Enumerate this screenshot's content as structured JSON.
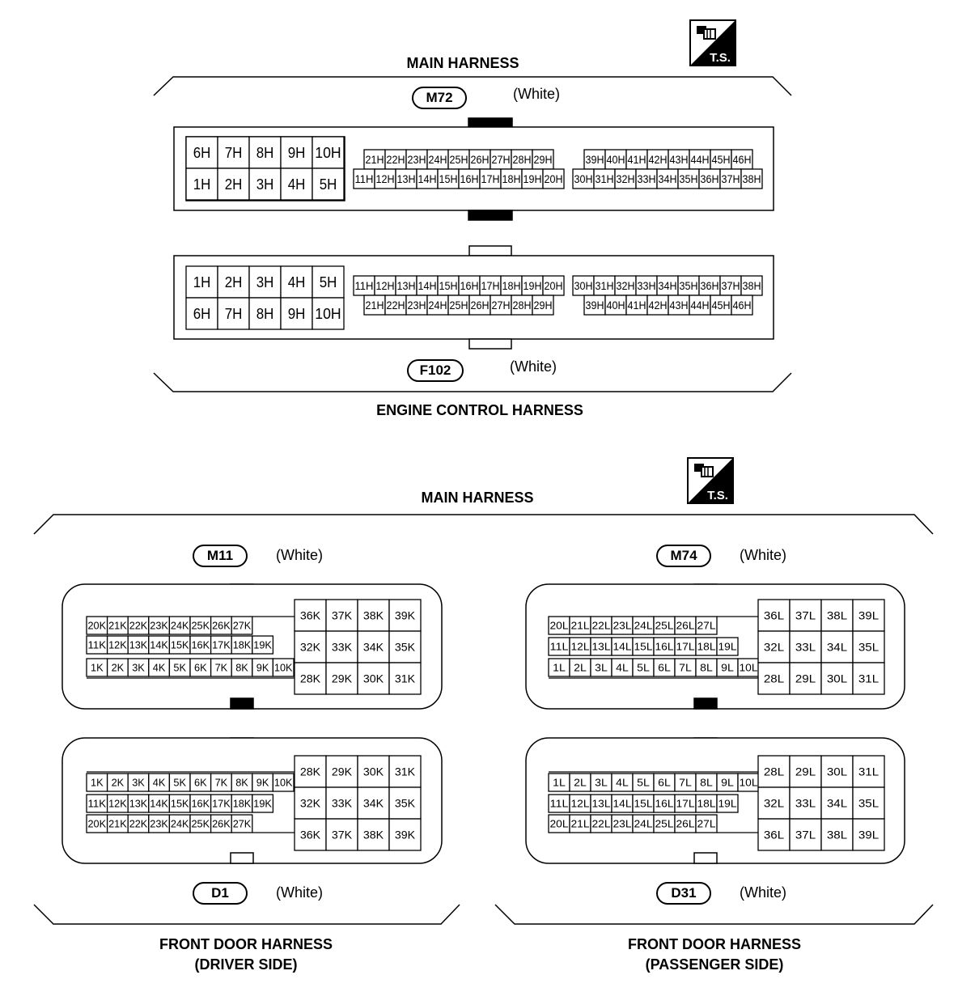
{
  "ts_icon": {
    "label": "T.S.",
    "icon": "test-symbol-icon"
  },
  "sections": [
    {
      "id": "top",
      "title": "MAIN HARNESS",
      "bottom_title": "ENGINE CONTROL HARNESS"
    },
    {
      "id": "bottom",
      "title": "MAIN HARNESS"
    }
  ],
  "door_titles": {
    "driver": [
      "FRONT DOOR HARNESS",
      "(DRIVER SIDE)"
    ],
    "passenger": [
      "FRONT DOOR HARNESS",
      "(PASSENGER SIDE)"
    ]
  },
  "connectors": {
    "M72": {
      "id": "M72",
      "color": "(White)"
    },
    "F102": {
      "id": "F102",
      "color": "(White)"
    },
    "M11": {
      "id": "M11",
      "color": "(White)"
    },
    "D1": {
      "id": "D1",
      "color": "(White)"
    },
    "M74": {
      "id": "M74",
      "color": "(White)"
    },
    "D31": {
      "id": "D31",
      "color": "(White)"
    }
  },
  "terminal_sets": {
    "H_big_top": [
      [
        "6H",
        "7H",
        "8H",
        "9H",
        "10H"
      ],
      [
        "1H",
        "2H",
        "3H",
        "4H",
        "5H"
      ]
    ],
    "H_big_bottom": [
      [
        "1H",
        "2H",
        "3H",
        "4H",
        "5H"
      ],
      [
        "6H",
        "7H",
        "8H",
        "9H",
        "10H"
      ]
    ],
    "H_mid_a": [
      "21H",
      "22H",
      "23H",
      "24H",
      "25H",
      "26H",
      "27H",
      "28H",
      "29H"
    ],
    "H_mid_b": [
      "11H",
      "12H",
      "13H",
      "14H",
      "15H",
      "16H",
      "17H",
      "18H",
      "19H",
      "20H"
    ],
    "H_right_a": [
      "39H",
      "40H",
      "41H",
      "42H",
      "43H",
      "44H",
      "45H",
      "46H"
    ],
    "H_right_b": [
      "30H",
      "31H",
      "32H",
      "33H",
      "34H",
      "35H",
      "36H",
      "37H",
      "38H"
    ],
    "K_r1": [
      "20K",
      "21K",
      "22K",
      "23K",
      "24K",
      "25K",
      "26K",
      "27K"
    ],
    "K_r2": [
      "11K",
      "12K",
      "13K",
      "14K",
      "15K",
      "16K",
      "17K",
      "18K",
      "19K"
    ],
    "K_r3": [
      "1K",
      "2K",
      "3K",
      "4K",
      "5K",
      "6K",
      "7K",
      "8K",
      "9K",
      "10K"
    ],
    "K_big_male": [
      [
        "36K",
        "37K",
        "38K",
        "39K"
      ],
      [
        "32K",
        "33K",
        "34K",
        "35K"
      ],
      [
        "28K",
        "29K",
        "30K",
        "31K"
      ]
    ],
    "K_big_female": [
      [
        "28K",
        "29K",
        "30K",
        "31K"
      ],
      [
        "32K",
        "33K",
        "34K",
        "35K"
      ],
      [
        "36K",
        "37K",
        "38K",
        "39K"
      ]
    ],
    "L_r1": [
      "20L",
      "21L",
      "22L",
      "23L",
      "24L",
      "25L",
      "26L",
      "27L"
    ],
    "L_r2": [
      "11L",
      "12L",
      "13L",
      "14L",
      "15L",
      "16L",
      "17L",
      "18L",
      "19L"
    ],
    "L_r3": [
      "1L",
      "2L",
      "3L",
      "4L",
      "5L",
      "6L",
      "7L",
      "8L",
      "9L",
      "10L"
    ],
    "L_big_male": [
      [
        "36L",
        "37L",
        "38L",
        "39L"
      ],
      [
        "32L",
        "33L",
        "34L",
        "35L"
      ],
      [
        "28L",
        "29L",
        "30L",
        "31L"
      ]
    ],
    "L_big_female": [
      [
        "28L",
        "29L",
        "30L",
        "31L"
      ],
      [
        "32L",
        "33L",
        "34L",
        "35L"
      ],
      [
        "36L",
        "37L",
        "38L",
        "39L"
      ]
    ]
  }
}
